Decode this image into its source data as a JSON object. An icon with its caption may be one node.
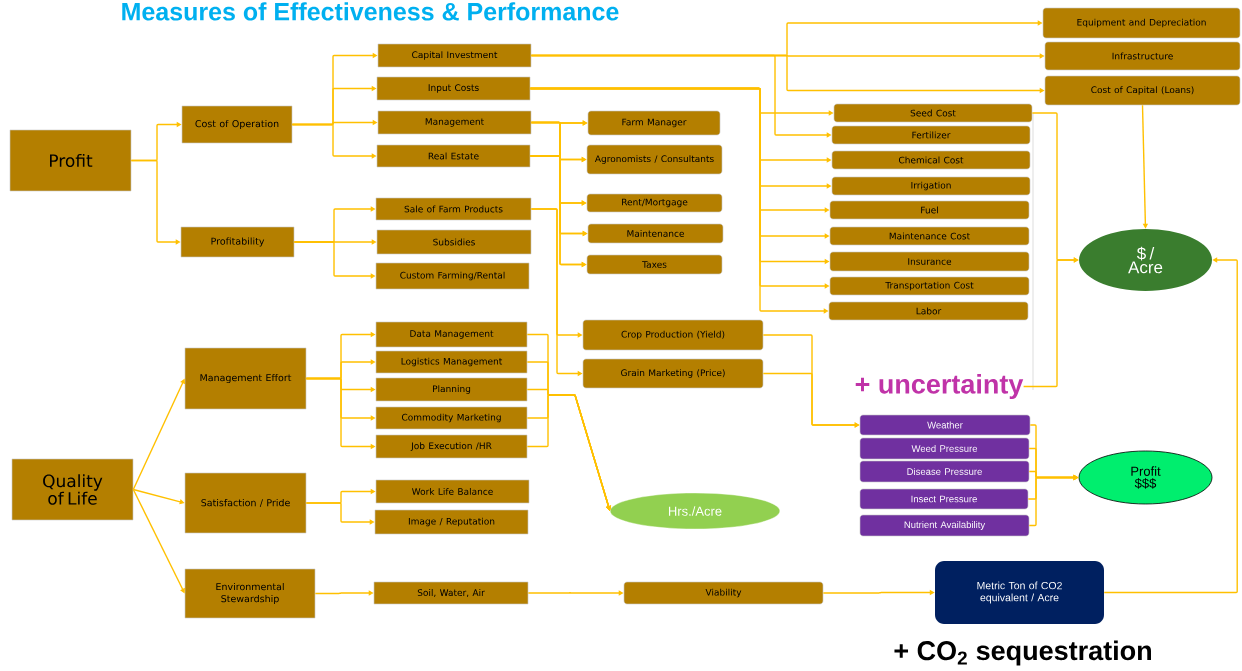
{
  "diagram": {
    "title": "Measures of Effectiveness & Performance",
    "nodes": [
      {
        "text": [
          "Profit"
        ]
      },
      {
        "text": [
          "Cost of Operation"
        ]
      },
      {
        "text": [
          "Profitability"
        ]
      },
      {
        "text": [
          "Capital Investment"
        ]
      },
      {
        "text": [
          "Input Costs"
        ]
      },
      {
        "text": [
          "Management"
        ]
      },
      {
        "text": [
          "Real Estate"
        ]
      },
      {
        "text": [
          "Sale of Farm Products"
        ]
      },
      {
        "text": [
          "Subsidies"
        ]
      },
      {
        "text": [
          "Custom Farming/Rental"
        ]
      },
      {
        "text": [
          "Farm Manager"
        ]
      },
      {
        "text": [
          "Agronomists / Consultants"
        ]
      },
      {
        "text": [
          "Rent/Mortgage"
        ]
      },
      {
        "text": [
          "Maintenance"
        ]
      },
      {
        "text": [
          "Taxes"
        ]
      },
      {
        "text": [
          "Equipment and Depreciation"
        ]
      },
      {
        "text": [
          "Infrastructure"
        ]
      },
      {
        "text": [
          "Cost of Capital (Loans)"
        ]
      },
      {
        "text": [
          "Seed Cost"
        ]
      },
      {
        "text": [
          "Fertilizer"
        ]
      },
      {
        "text": [
          "Chemical Cost"
        ]
      },
      {
        "text": [
          "Irrigation"
        ]
      },
      {
        "text": [
          "Fuel"
        ]
      },
      {
        "text": [
          "Maintenance Cost"
        ]
      },
      {
        "text": [
          "Insurance"
        ]
      },
      {
        "text": [
          "Transportation Cost"
        ]
      },
      {
        "text": [
          "Labor"
        ]
      },
      {
        "text": [
          "$ / Acre"
        ]
      },
      {
        "text": [
          "Quality of Life"
        ]
      },
      {
        "text": [
          "Management Effort"
        ]
      },
      {
        "text": [
          "Satisfaction / Pride"
        ]
      },
      {
        "text": [
          "Environmental Stewardship"
        ]
      },
      {
        "text": [
          "Data Management"
        ]
      },
      {
        "text": [
          "Logistics Management"
        ]
      },
      {
        "text": [
          "Planning"
        ]
      },
      {
        "text": [
          "Commodity Marketing"
        ]
      },
      {
        "text": [
          "Job Execution /HR"
        ]
      },
      {
        "text": [
          "Work Life Balance"
        ]
      },
      {
        "text": [
          "Image / Reputation"
        ]
      },
      {
        "text": [
          "Soil, Water, Air"
        ]
      },
      {
        "text": [
          "Crop Production (Yield)"
        ]
      },
      {
        "text": [
          "Grain Marketing (Price)"
        ]
      },
      {
        "text": [
          "Hrs./Acre"
        ]
      },
      {
        "text": [
          "Viability"
        ]
      },
      {
        "text": [
          "Weather"
        ]
      },
      {
        "text": [
          "Weed Pressure"
        ]
      },
      {
        "text": [
          "Disease Pressure"
        ]
      },
      {
        "text": [
          "Insect Pressure"
        ]
      },
      {
        "text": [
          "Nutrient Availability"
        ]
      },
      {
        "text": [
          "Profit $$$"
        ]
      },
      {
        "text": [
          "Metric Ton of CO2 equivalent / Acre"
        ]
      },
      {
        "text": [
          "+ uncertainty"
        ]
      }
    ],
    "edges": [
      {
        "from": 0,
        "to": 1,
        "arrow": "to"
      },
      {
        "from": 0,
        "to": 2,
        "arrow": "to"
      },
      {
        "from": 1,
        "to": 3,
        "arrow": "to"
      },
      {
        "from": 1,
        "to": 4,
        "arrow": "to"
      },
      {
        "from": 1,
        "to": 5,
        "arrow": "to"
      },
      {
        "from": 1,
        "to": 6,
        "arrow": "to"
      },
      {
        "from": 2,
        "to": 7,
        "arrow": "to"
      },
      {
        "from": 2,
        "to": 8,
        "arrow": "to"
      },
      {
        "from": 2,
        "to": 9,
        "arrow": "to"
      },
      {
        "from": 3,
        "to": 15,
        "arrow": "to"
      },
      {
        "from": 3,
        "to": 16,
        "arrow": "to"
      },
      {
        "from": 3,
        "to": 17,
        "arrow": "to"
      },
      {
        "from": 3,
        "to": 19,
        "arrow": "to"
      },
      {
        "from": 4,
        "to": 18,
        "arrow": "to"
      },
      {
        "from": 4,
        "to": 20,
        "arrow": "to"
      },
      {
        "from": 4,
        "to": 21,
        "arrow": "to"
      },
      {
        "from": 4,
        "to": 22,
        "arrow": "to"
      },
      {
        "from": 4,
        "to": 23,
        "arrow": "to"
      },
      {
        "from": 4,
        "to": 24,
        "arrow": "to"
      },
      {
        "from": 4,
        "to": 25,
        "arrow": "to"
      },
      {
        "from": 4,
        "to": 26,
        "arrow": "to"
      },
      {
        "from": 5,
        "to": 10,
        "arrow": "to"
      },
      {
        "from": 5,
        "to": 11,
        "arrow": "to"
      },
      {
        "from": 5,
        "to": 12,
        "arrow": "to"
      },
      {
        "from": 5,
        "to": 13,
        "arrow": "to"
      },
      {
        "from": 5,
        "to": 14,
        "arrow": "to"
      },
      {
        "from": 6,
        "to": 10,
        "arrow": "to"
      },
      {
        "from": 6,
        "to": 11,
        "arrow": "to"
      },
      {
        "from": 6,
        "to": 12,
        "arrow": "to"
      },
      {
        "from": 6,
        "to": 13,
        "arrow": "to"
      },
      {
        "from": 6,
        "to": 14,
        "arrow": "to"
      },
      {
        "from": 7,
        "to": 40,
        "arrow": "to"
      },
      {
        "from": 7,
        "to": 41,
        "arrow": "to"
      },
      {
        "from": 17,
        "to": 27,
        "arrow": "to"
      },
      {
        "from": 18,
        "to": 27,
        "arrow": "to"
      },
      {
        "from": 51,
        "to": 27,
        "arrow": "to"
      },
      {
        "from": 50,
        "to": 27,
        "arrow": "to"
      },
      {
        "from": 40,
        "to": 44,
        "arrow": "to"
      },
      {
        "from": 41,
        "to": 44,
        "arrow": "to"
      },
      {
        "from": 44,
        "to": 49,
        "arrow": "to"
      },
      {
        "from": 45,
        "to": 49,
        "arrow": "to"
      },
      {
        "from": 46,
        "to": 49,
        "arrow": "to"
      },
      {
        "from": 47,
        "to": 49,
        "arrow": "to"
      },
      {
        "from": 48,
        "to": 49,
        "arrow": "to"
      },
      {
        "from": 28,
        "to": 29,
        "arrow": "to"
      },
      {
        "from": 28,
        "to": 30,
        "arrow": "to"
      },
      {
        "from": 28,
        "to": 31,
        "arrow": "to"
      },
      {
        "from": 29,
        "to": 32,
        "arrow": "to"
      },
      {
        "from": 29,
        "to": 33,
        "arrow": "to"
      },
      {
        "from": 29,
        "to": 34,
        "arrow": "to"
      },
      {
        "from": 29,
        "to": 35,
        "arrow": "to"
      },
      {
        "from": 29,
        "to": 36,
        "arrow": "to"
      },
      {
        "from": 30,
        "to": 37,
        "arrow": "to"
      },
      {
        "from": 30,
        "to": 38,
        "arrow": "to"
      },
      {
        "from": 31,
        "to": 39,
        "arrow": "to"
      },
      {
        "from": 39,
        "to": 43,
        "arrow": "to"
      },
      {
        "from": 43,
        "to": 50,
        "arrow": "to"
      },
      {
        "from": 32,
        "to": 42,
        "arrow": "to"
      },
      {
        "from": 33,
        "to": 42,
        "arrow": "to"
      },
      {
        "from": 34,
        "to": 42,
        "arrow": "to"
      },
      {
        "from": 35,
        "to": 42,
        "arrow": "to"
      },
      {
        "from": 36,
        "to": 42,
        "arrow": "to"
      }
    ],
    "labels": [
      "+ CO$_{2}$ sequestration"
    ]
  }
}
